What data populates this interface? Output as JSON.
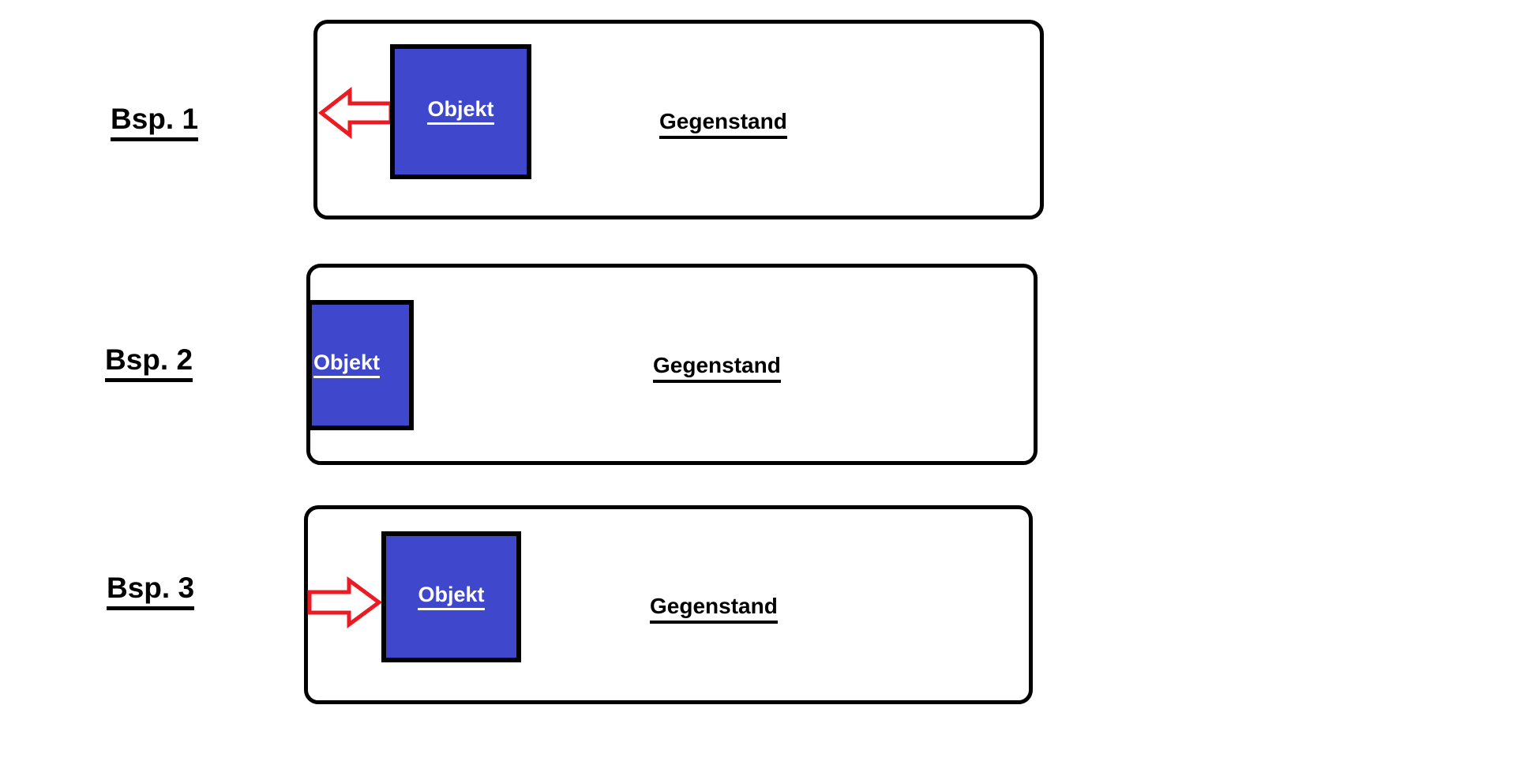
{
  "page": {
    "background": "#FFFFFF",
    "description_labels": {
      "example_prefix": "Bsp."
    }
  },
  "colors": {
    "object_fill": "#3F48CC",
    "arrow_red": "#EC1B23",
    "outline_black": "#000000",
    "object_text": "#FFFFFF",
    "page_bg": "#FFFFFF"
  },
  "examples": [
    {
      "label": "Bsp. 1",
      "container_label": "Gegenstand",
      "object_label": "Objekt",
      "arrow": "left",
      "object_position": "inside-left, arrow pointing left out of object toward container edge"
    },
    {
      "label": "Bsp. 2",
      "container_label": "Gegenstand",
      "object_label": "Objekt",
      "arrow": "none",
      "object_position": "flush against container left border"
    },
    {
      "label": "Bsp. 3",
      "container_label": "Gegenstand",
      "object_label": "Objekt",
      "arrow": "right",
      "object_position": "inside-left, arrow pointing right from container edge toward object"
    }
  ]
}
